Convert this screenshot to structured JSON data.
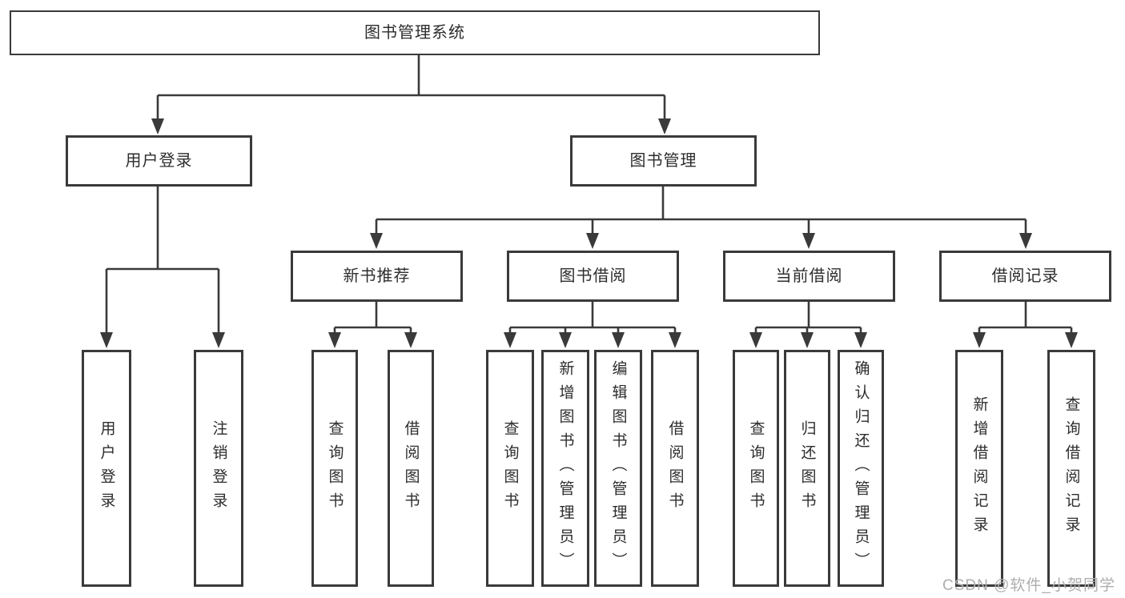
{
  "diagram": {
    "root": {
      "label": "图书管理系统"
    },
    "branches": [
      {
        "label": "用户登录",
        "children": [
          {
            "label": "用户登录"
          },
          {
            "label": "注销登录"
          }
        ]
      },
      {
        "label": "图书管理",
        "children": [
          {
            "label": "新书推荐",
            "children": [
              {
                "label": "查询图书"
              },
              {
                "label": "借阅图书"
              }
            ]
          },
          {
            "label": "图书借阅",
            "children": [
              {
                "label": "查询图书"
              },
              {
                "label": "新增图书（管理员）"
              },
              {
                "label": "编辑图书（管理员）"
              },
              {
                "label": "借阅图书"
              }
            ]
          },
          {
            "label": "当前借阅",
            "children": [
              {
                "label": "查询图书"
              },
              {
                "label": "归还图书"
              },
              {
                "label": "确认归还（管理员）"
              }
            ]
          },
          {
            "label": "借阅记录",
            "children": [
              {
                "label": "新增借阅记录"
              },
              {
                "label": "查询借阅记录"
              }
            ]
          }
        ]
      }
    ]
  },
  "watermark": {
    "text": "CSDN @软件_小贺同学"
  },
  "colors": {
    "line": "#3a3a3a",
    "text": "#2d2d2d",
    "watermark": "#aeaeae",
    "background": "#ffffff"
  }
}
